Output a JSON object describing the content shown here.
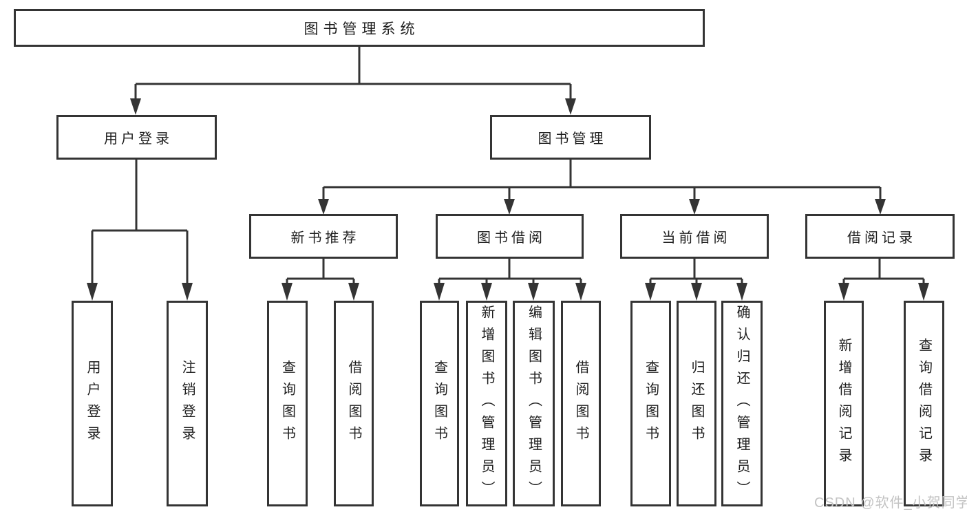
{
  "diagram": {
    "title": "图书管理系统",
    "modules": {
      "login": {
        "label": "用户登录",
        "children": [
          "用户登录",
          "注销登录"
        ]
      },
      "manage": {
        "label": "图书管理",
        "sections": {
          "recommend": {
            "label": "新书推荐",
            "children": [
              "查询图书",
              "借阅图书"
            ]
          },
          "borrow": {
            "label": "图书借阅",
            "children": [
              "查询图书",
              "新增图书（管理员）",
              "编辑图书（管理员）",
              "借阅图书"
            ]
          },
          "current": {
            "label": "当前借阅",
            "children": [
              "查询图书",
              "归还图书",
              "确认归还（管理员）"
            ]
          },
          "records": {
            "label": "借阅记录",
            "children": [
              "新增借阅记录",
              "查询借阅记录"
            ]
          }
        }
      }
    }
  },
  "watermark": {
    "text": "CSDN @软件_小贺同学"
  },
  "colors": {
    "line": "#343434",
    "text": "#1e1e1e",
    "watermark": "#c3c3c3",
    "background": "#ffffff"
  }
}
